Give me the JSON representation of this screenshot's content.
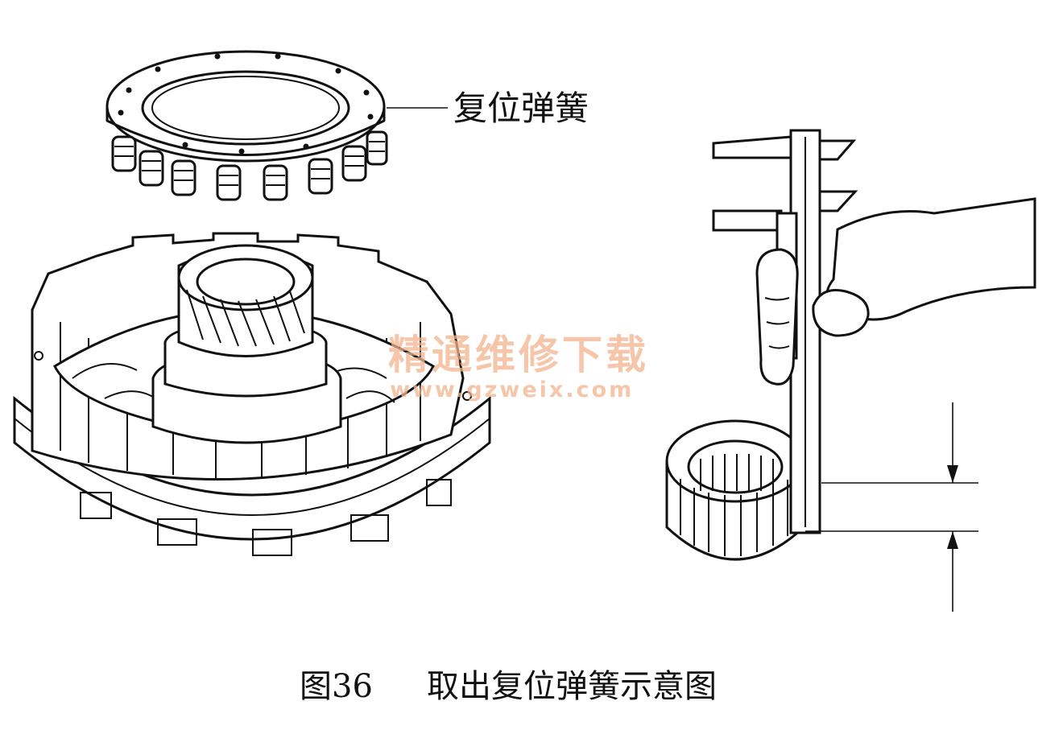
{
  "callout": {
    "label": "复位弹簧"
  },
  "caption": {
    "figure_no": "图36",
    "title": "取出复位弹簧示意图"
  },
  "watermark": {
    "name": "精通维修下载",
    "url": "www.gzweix.com",
    "color": "#f2b48e"
  },
  "colors": {
    "ink": "#111111",
    "paper": "#ffffff"
  }
}
